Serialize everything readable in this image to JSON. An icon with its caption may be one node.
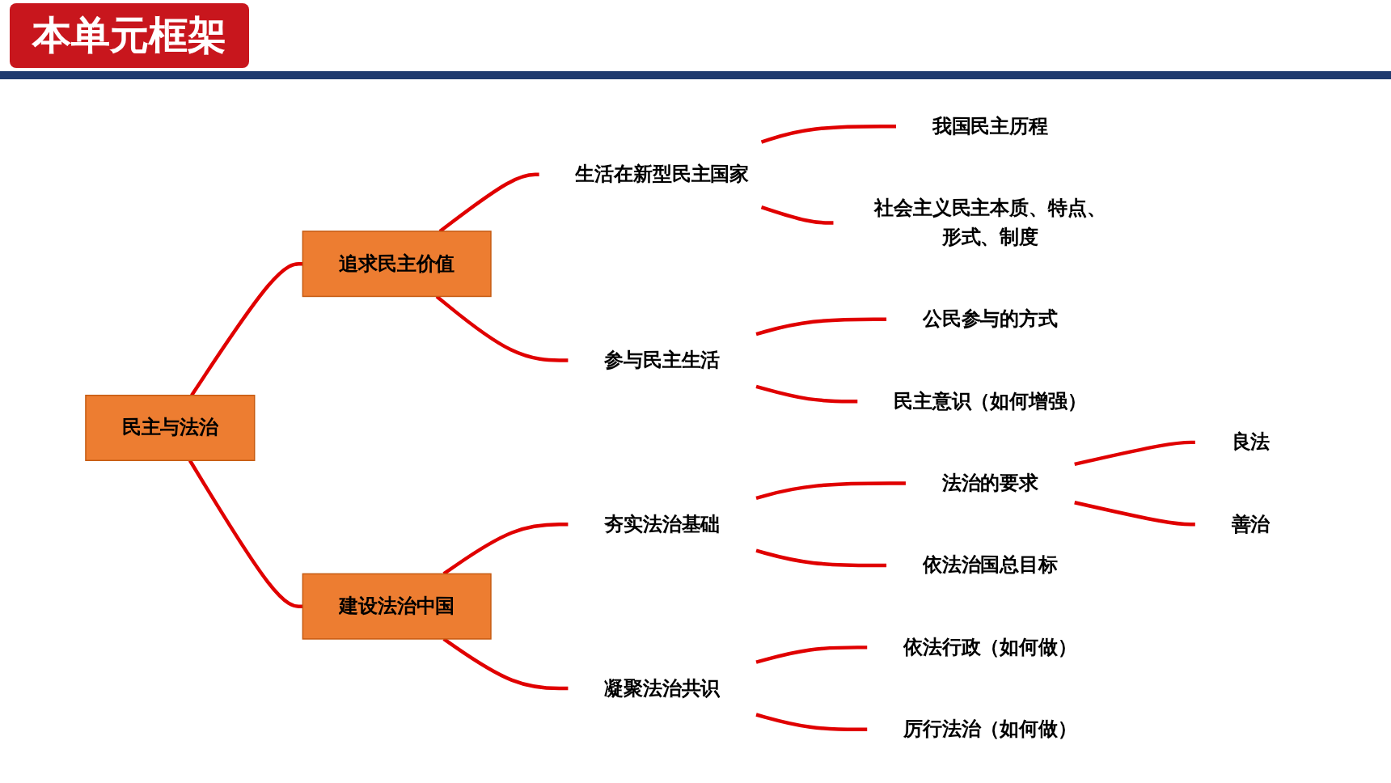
{
  "diagram": {
    "title": "本单元框架",
    "nodes": [
      {
        "text": [
          "民主与法治"
        ]
      },
      {
        "text": [
          "追求民主价值"
        ]
      },
      {
        "text": [
          "生活在新型民主国家"
        ]
      },
      {
        "text": [
          "参与民主生活"
        ]
      },
      {
        "text": [
          "我国民主历程"
        ]
      },
      {
        "text": [
          "社会主义民主本质、特点、形式、制度"
        ]
      },
      {
        "text": [
          "公民参与的方式"
        ]
      },
      {
        "text": [
          "民主意识（如何增强）"
        ]
      },
      {
        "text": [
          "建设法治中国"
        ]
      },
      {
        "text": [
          "夯实法治基础"
        ]
      },
      {
        "text": [
          "法治的要求"
        ]
      },
      {
        "text": [
          "良法"
        ]
      },
      {
        "text": [
          "善治"
        ]
      },
      {
        "text": [
          "依法治国总目标"
        ]
      },
      {
        "text": [
          "凝聚法治共识"
        ]
      },
      {
        "text": [
          "依法行政（如何做）"
        ]
      },
      {
        "text": [
          "厉行法治（如何做）"
        ]
      }
    ],
    "edges": [
      {
        "from": 0,
        "to": 1,
        "arrow": "none"
      },
      {
        "from": 0,
        "to": 8,
        "arrow": "none"
      },
      {
        "from": 1,
        "to": 2,
        "arrow": "none"
      },
      {
        "from": 1,
        "to": 3,
        "arrow": "none"
      },
      {
        "from": 2,
        "to": 4,
        "arrow": "none"
      },
      {
        "from": 2,
        "to": 5,
        "arrow": "none"
      },
      {
        "from": 3,
        "to": 6,
        "arrow": "none"
      },
      {
        "from": 3,
        "to": 7,
        "arrow": "none"
      },
      {
        "from": 8,
        "to": 9,
        "arrow": "none"
      },
      {
        "from": 8,
        "to": 14,
        "arrow": "none"
      },
      {
        "from": 9,
        "to": 10,
        "arrow": "none"
      },
      {
        "from": 9,
        "to": 13,
        "arrow": "none"
      },
      {
        "from": 10,
        "to": 11,
        "arrow": "none"
      },
      {
        "from": 10,
        "to": 12,
        "arrow": "none"
      },
      {
        "from": 14,
        "to": 15,
        "arrow": "none"
      },
      {
        "from": 14,
        "to": 16,
        "arrow": "none"
      }
    ]
  }
}
